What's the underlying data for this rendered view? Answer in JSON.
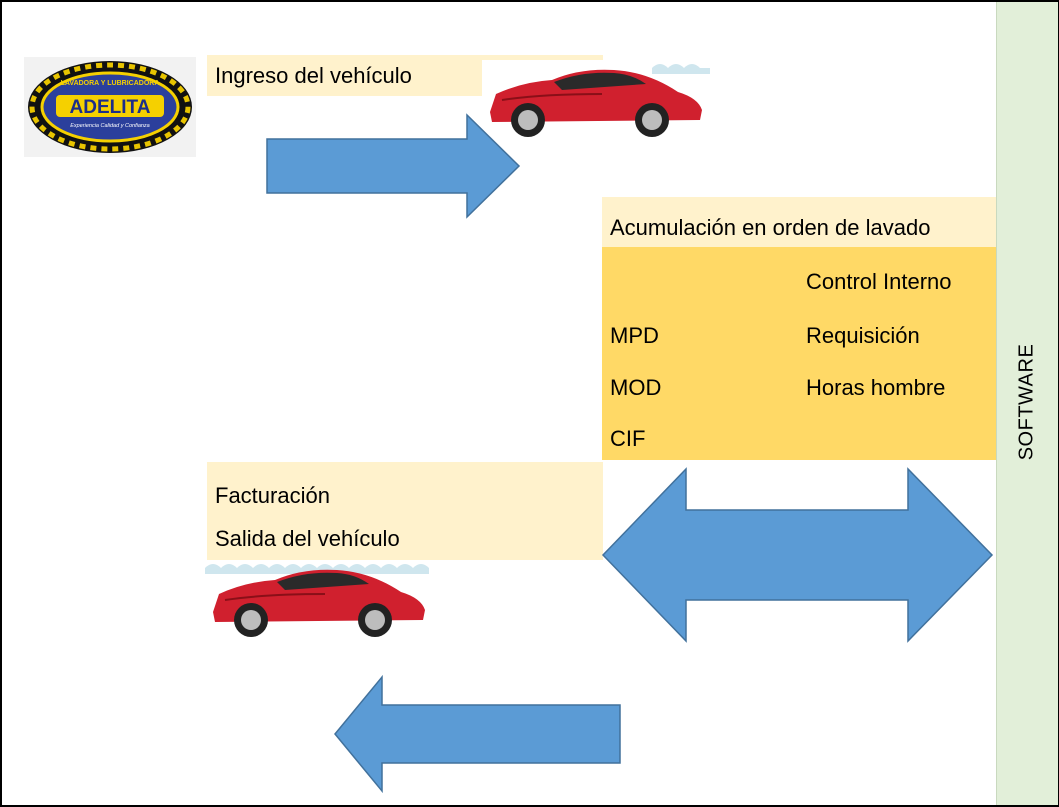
{
  "logo": {
    "top_text": "LAVADORA Y LUBRICADORA",
    "name": "ADELITA",
    "tagline": "Experiencia Calidad y Confianza"
  },
  "entry": {
    "label": "Ingreso del vehículo"
  },
  "order": {
    "title": "Acumulación en orden de lavado",
    "header_right": "Control Interno",
    "rows": [
      {
        "left": "MPD",
        "right": "Requisición"
      },
      {
        "left": "MOD",
        "right": "Horas hombre"
      },
      {
        "left": "CIF",
        "right": ""
      }
    ]
  },
  "exit": {
    "billing": "Facturación",
    "departure": "Salida del vehículo"
  },
  "sidebar": {
    "label": "SOFTWARE"
  },
  "colors": {
    "arrow": "#5b9bd5",
    "arrow_stroke": "#41719c",
    "light_label": "#fff2cc",
    "strong_label": "#ffd966",
    "sidebar": "#e2efd9",
    "car_body": "#d0202e"
  }
}
